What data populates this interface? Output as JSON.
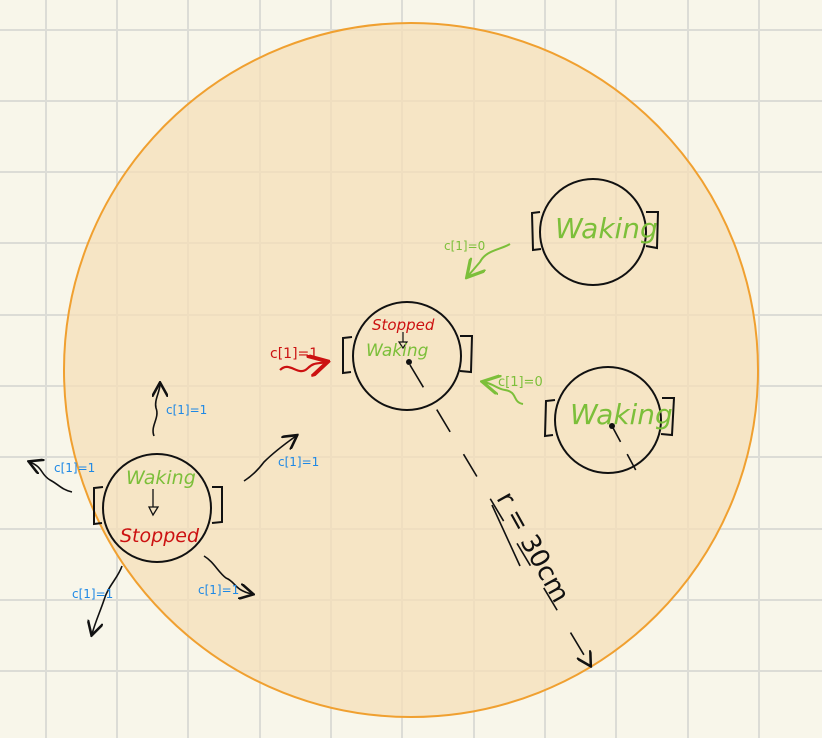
{
  "colors": {
    "paper": "#f8f6ea",
    "grid": "#dcdcd6",
    "zone_fill": "#f8e6c8",
    "zone_stroke": "#f0a030",
    "walking_green": "#7cbf3a",
    "stopped_red": "#cc1111",
    "signal_blue": "#1e88e5",
    "ink": "#111111"
  },
  "radius_label": "r = 30cm",
  "robots": {
    "top_right": {
      "state": "Waking"
    },
    "middle_right": {
      "state": "Waking"
    },
    "center": {
      "state_top": "Stopped",
      "state_bottom": "Waking"
    },
    "left": {
      "state_top": "Waking",
      "state_bottom": "Stopped"
    }
  },
  "signals": {
    "top_right": "c[1]=0",
    "middle_right": "c[1]=0",
    "center_in": "c[1]=1",
    "left_up": "c[1]=1",
    "left_up_right": "c[1]=1",
    "left_left": "c[1]=1",
    "left_down": "c[1]=1",
    "left_down_right": "c[1]=1"
  }
}
